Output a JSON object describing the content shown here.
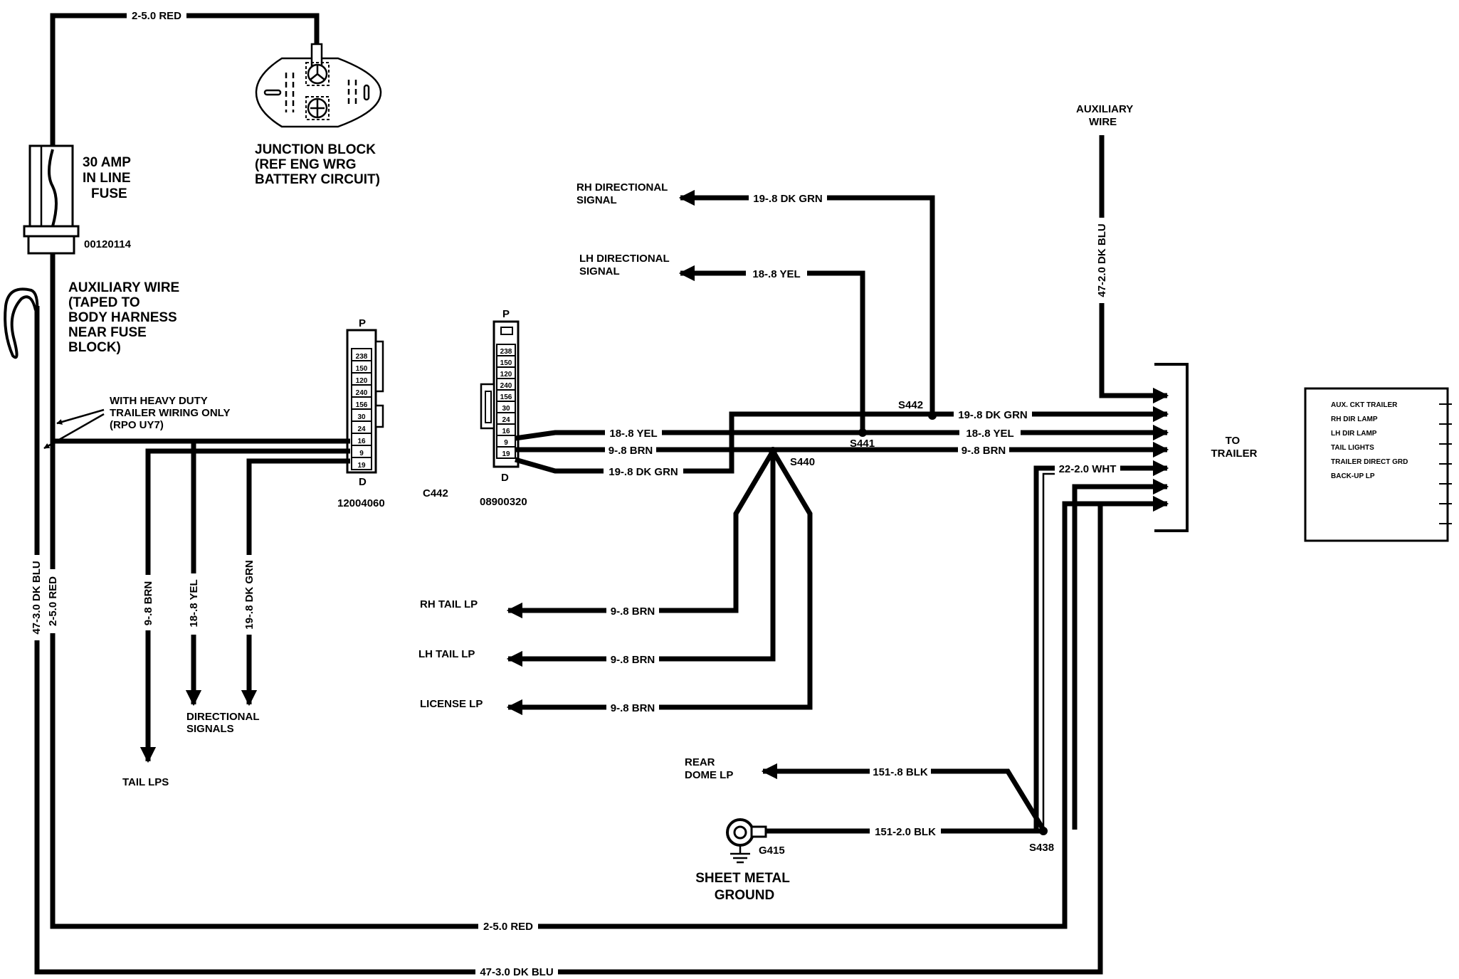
{
  "wire_labels": {
    "red_top": "2-5.0 RED",
    "red_bottom": "2-5.0 RED",
    "red_vertical": "2-5.0 RED",
    "blu_vertical": "47-3.0 DK BLU",
    "blu_bottom": "47-3.0 DK BLU",
    "blu_aux": "47-2.0 DK BLU",
    "rh_dir": "19-.8 DK GRN",
    "lh_dir": "18-.8 YEL",
    "s442_grn": "19-.8 DK GRN",
    "s441_yel": "18-.8 YEL",
    "s440_brn": "9-.8 BRN",
    "c442_yel": "18-.8 YEL",
    "c442_brn": "9-.8 BRN",
    "c442_grn": "19-.8 DK GRN",
    "wht": "22-2.0 WHT",
    "rh_tail": "9-.8 BRN",
    "lh_tail": "9-.8 BRN",
    "license": "9-.8 BRN",
    "dome": "151-.8 BLK",
    "ground": "151-2.0 BLK",
    "tail_brn_vert": "9-.8 BRN",
    "dir_yel_vert": "18-.8 YEL",
    "dir_grn_vert": "19-.8 DK GRN"
  },
  "labels": {
    "fuse": [
      "30 AMP",
      "IN LINE",
      "FUSE"
    ],
    "fuse_part": "00120114",
    "junction": [
      "JUNCTION BLOCK",
      "(REF ENG WRG",
      "BATTERY CIRCUIT)"
    ],
    "aux_wire_note": [
      "AUXILIARY WIRE",
      "(TAPED TO",
      "BODY HARNESS",
      "NEAR FUSE",
      "BLOCK)"
    ],
    "heavy_duty": [
      "WITH HEAVY DUTY",
      "TRAILER WIRING ONLY",
      "(RPO UY7)"
    ],
    "rh_dir_signal": [
      "RH DIRECTIONAL",
      "SIGNAL"
    ],
    "lh_dir_signal": [
      "LH DIRECTIONAL",
      "SIGNAL"
    ],
    "aux_wire_top": [
      "AUXILIARY",
      "WIRE"
    ],
    "to_trailer": [
      "TO",
      "TRAILER"
    ],
    "rh_tail_lp": "RH TAIL LP",
    "lh_tail_lp": "LH TAIL LP",
    "license_lp": "LICENSE LP",
    "rear_dome": [
      "REAR",
      "DOME LP"
    ],
    "sheet_metal": [
      "SHEET METAL",
      "GROUND"
    ],
    "directional_signals": [
      "DIRECTIONAL",
      "SIGNALS"
    ],
    "tail_lps": "TAIL LPS",
    "c442": "C442",
    "conn_left_part": "12004060",
    "conn_right_part": "08900320",
    "conn_p": "P",
    "conn_d": "D",
    "s438": "S438",
    "s440": "S440",
    "s441": "S441",
    "s442": "S442",
    "g415": "G415"
  },
  "connector_cavities": [
    "238",
    "150",
    "120",
    "240",
    "156",
    "30",
    "24",
    "16",
    "9",
    "19"
  ],
  "trailer_connector": {
    "items": [
      "AUX. CKT TRAILER",
      "RH DIR LAMP",
      "LH DIR LAMP",
      "TAIL LIGHTS",
      "TRAILER DIRECT GRD",
      "BACK-UP LP"
    ]
  }
}
